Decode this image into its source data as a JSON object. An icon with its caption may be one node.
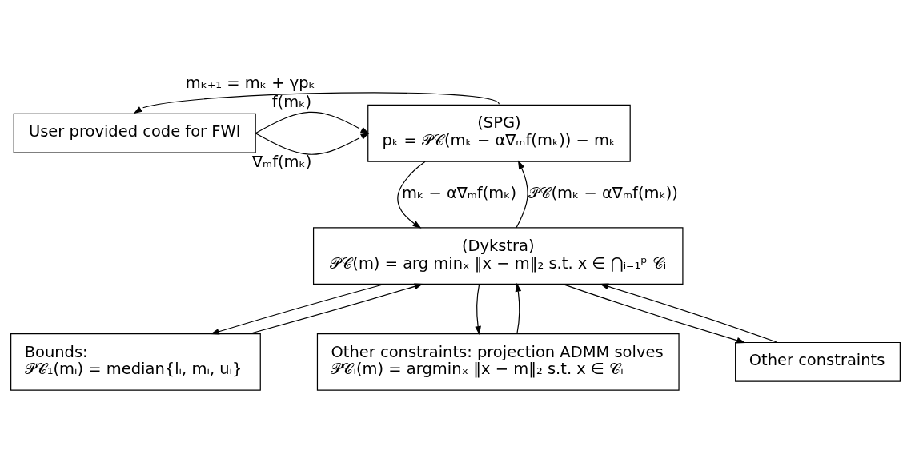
{
  "diagram": {
    "nodes": [
      {
        "text": [
          "User provided code for FWI"
        ]
      },
      {
        "text": [
          "(SPG)",
          "pₖ = 𝒫𝒞(mₖ − α∇ₘf(mₖ)) − mₖ"
        ]
      },
      {
        "text": [
          "(Dykstra)",
          "𝒫𝒞(m) = arg minₓ ‖x − m‖₂ s.t. x ∈ ⋂ᵢ₌₁ᵖ 𝒞ᵢ"
        ]
      },
      {
        "text": [
          "Bounds:",
          "𝒫𝒞₁(mᵢ) = median{lᵢ, mᵢ, uᵢ}"
        ]
      },
      {
        "text": [
          "Other constraints: projection ADMM solves",
          "𝒫𝒞ᵢ(m) = argminₓ ‖x − m‖₂ s.t. x ∈ 𝒞ᵢ"
        ]
      },
      {
        "text": [
          "Other constraints"
        ]
      }
    ],
    "edges": [
      {
        "from": 1,
        "to": 0,
        "arrow": "to",
        "label": "mₖ₊₁ = mₖ + γpₖ"
      },
      {
        "from": 0,
        "to": 1,
        "arrow": "to",
        "label": "∇ₘf(mₖ)"
      },
      {
        "from": 0,
        "to": 1,
        "arrow": "to",
        "label": "f(mₖ)"
      },
      {
        "from": 1,
        "to": 2,
        "arrow": "to",
        "label": "mₖ − α∇ₘf(mₖ)"
      },
      {
        "from": 2,
        "to": 1,
        "arrow": "to",
        "label": "𝒫𝒞(mₖ − α∇ₘf(mₖ))"
      },
      {
        "from": 2,
        "to": 3,
        "arrow": "to"
      },
      {
        "from": 3,
        "to": 2,
        "arrow": "to"
      },
      {
        "from": 2,
        "to": 4,
        "arrow": "to"
      },
      {
        "from": 4,
        "to": 2,
        "arrow": "to"
      },
      {
        "from": 2,
        "to": 5,
        "arrow": "to"
      },
      {
        "from": 5,
        "to": 2,
        "arrow": "to"
      }
    ]
  }
}
